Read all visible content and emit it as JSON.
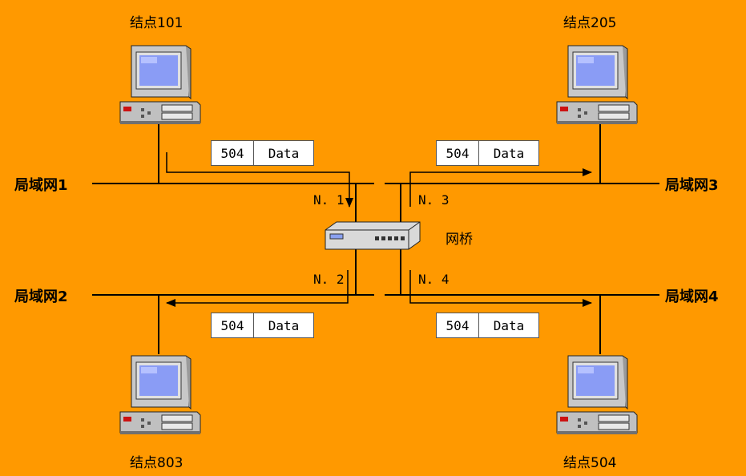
{
  "nodes": {
    "n101": "结点101",
    "n205": "结点205",
    "n803": "结点803",
    "n504": "结点504"
  },
  "lans": {
    "lan1": "局域网1",
    "lan2": "局域网2",
    "lan3": "局域网3",
    "lan4": "局域网4"
  },
  "bridge": {
    "label": "网桥"
  },
  "ports": {
    "p1": "N. 1",
    "p2": "N. 2",
    "p3": "N. 3",
    "p4": "N. 4"
  },
  "packets": [
    {
      "addr": "504",
      "payload": "Data"
    },
    {
      "addr": "504",
      "payload": "Data"
    },
    {
      "addr": "504",
      "payload": "Data"
    },
    {
      "addr": "504",
      "payload": "Data"
    }
  ],
  "colors": {
    "background": "#FF9900",
    "lines": "#000000"
  }
}
